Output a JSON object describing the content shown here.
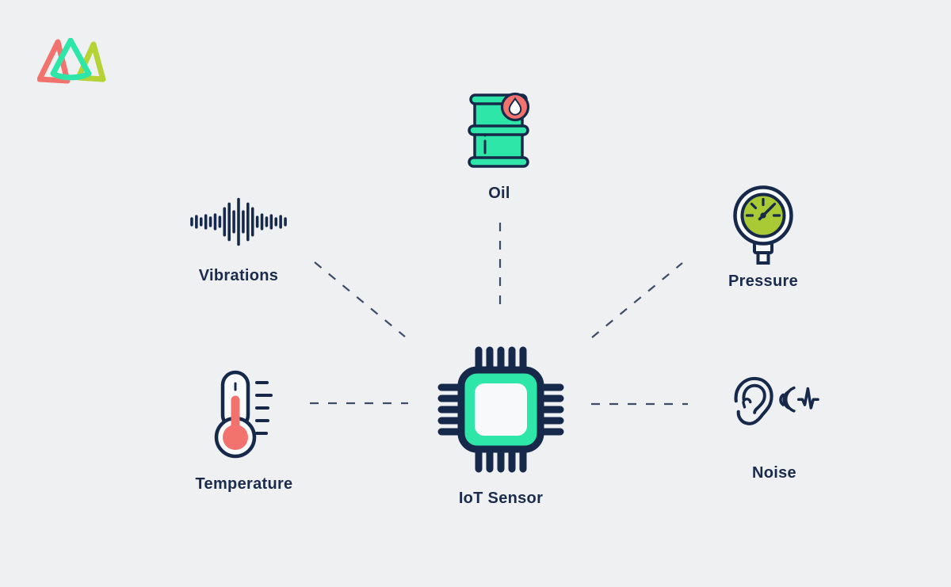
{
  "background": "#eef0f2",
  "logo": {
    "name": "brand-logo-three-triangles",
    "colors": {
      "coral": "#f2736e",
      "mint": "#2ee6a7",
      "lime": "#b5d334"
    }
  },
  "center": {
    "id": "iot-sensor",
    "label": "IoT Sensor",
    "icon": "chip-icon"
  },
  "nodes": [
    {
      "id": "oil",
      "label": "Oil",
      "icon": "oil-barrel-icon"
    },
    {
      "id": "vibrations",
      "label": "Vibrations",
      "icon": "vibration-waveform-icon"
    },
    {
      "id": "pressure",
      "label": "Pressure",
      "icon": "pressure-gauge-icon"
    },
    {
      "id": "temperature",
      "label": "Temperature",
      "icon": "thermometer-icon"
    },
    {
      "id": "noise",
      "label": "Noise",
      "icon": "ear-sound-icon"
    }
  ],
  "connections": [
    {
      "from": "iot-sensor",
      "to": "oil",
      "style": "dashed"
    },
    {
      "from": "iot-sensor",
      "to": "vibrations",
      "style": "dashed"
    },
    {
      "from": "iot-sensor",
      "to": "pressure",
      "style": "dashed"
    },
    {
      "from": "iot-sensor",
      "to": "temperature",
      "style": "dashed"
    },
    {
      "from": "iot-sensor",
      "to": "noise",
      "style": "dashed"
    }
  ],
  "colors": {
    "navy": "#16294a",
    "teal": "#2ee6a7",
    "coral": "#f2726e",
    "lime_gauge": "#a9ca35",
    "text": "#1b2b4b",
    "dash": "#3d4d68",
    "white": "#f9fafb"
  }
}
